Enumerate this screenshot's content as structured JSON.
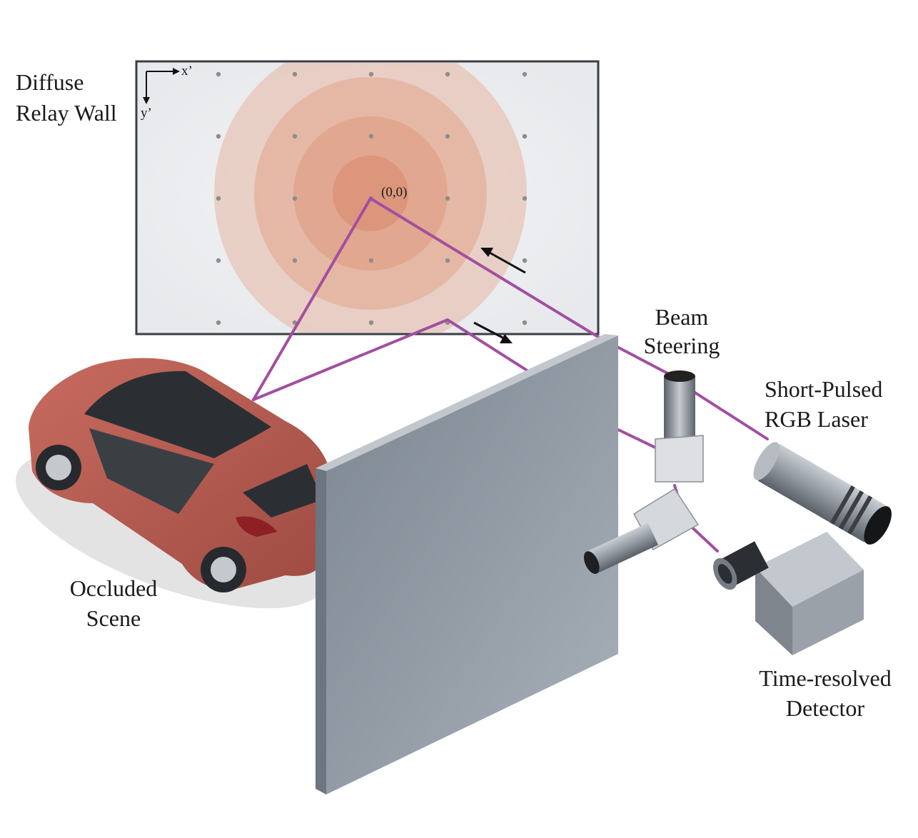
{
  "labels": {
    "wall_line1": "Diffuse",
    "wall_line2": "Relay Wall",
    "axis_x": "x’",
    "axis_y": "y’",
    "origin": "(0,0)",
    "beam_line1": "Beam",
    "beam_line2": "Steering",
    "laser_line1": "Short-Pulsed",
    "laser_line2": "RGB Laser",
    "scene_line1": "Occluded",
    "scene_line2": "Scene",
    "detector_line1": "Time-resolved",
    "detector_line2": "Detector"
  },
  "colors": {
    "beam": "#a24fa0",
    "wall_fill": "#eeeff1",
    "wall_border": "#3b3e44",
    "ring_base": "#e8a88e",
    "car_body": "#b85c50",
    "occluder": "#8f98a2",
    "device": "#9aa0a8"
  }
}
